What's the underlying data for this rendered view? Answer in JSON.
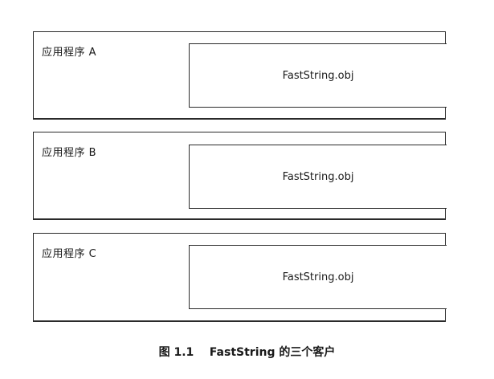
{
  "applications": [
    {
      "label": "应用程序 A",
      "component": "FastString.obj"
    },
    {
      "label": "应用程序 B",
      "component": "FastString.obj"
    },
    {
      "label": "应用程序 C",
      "component": "FastString.obj"
    }
  ],
  "caption": "图 1.1    FastString 的三个客户"
}
